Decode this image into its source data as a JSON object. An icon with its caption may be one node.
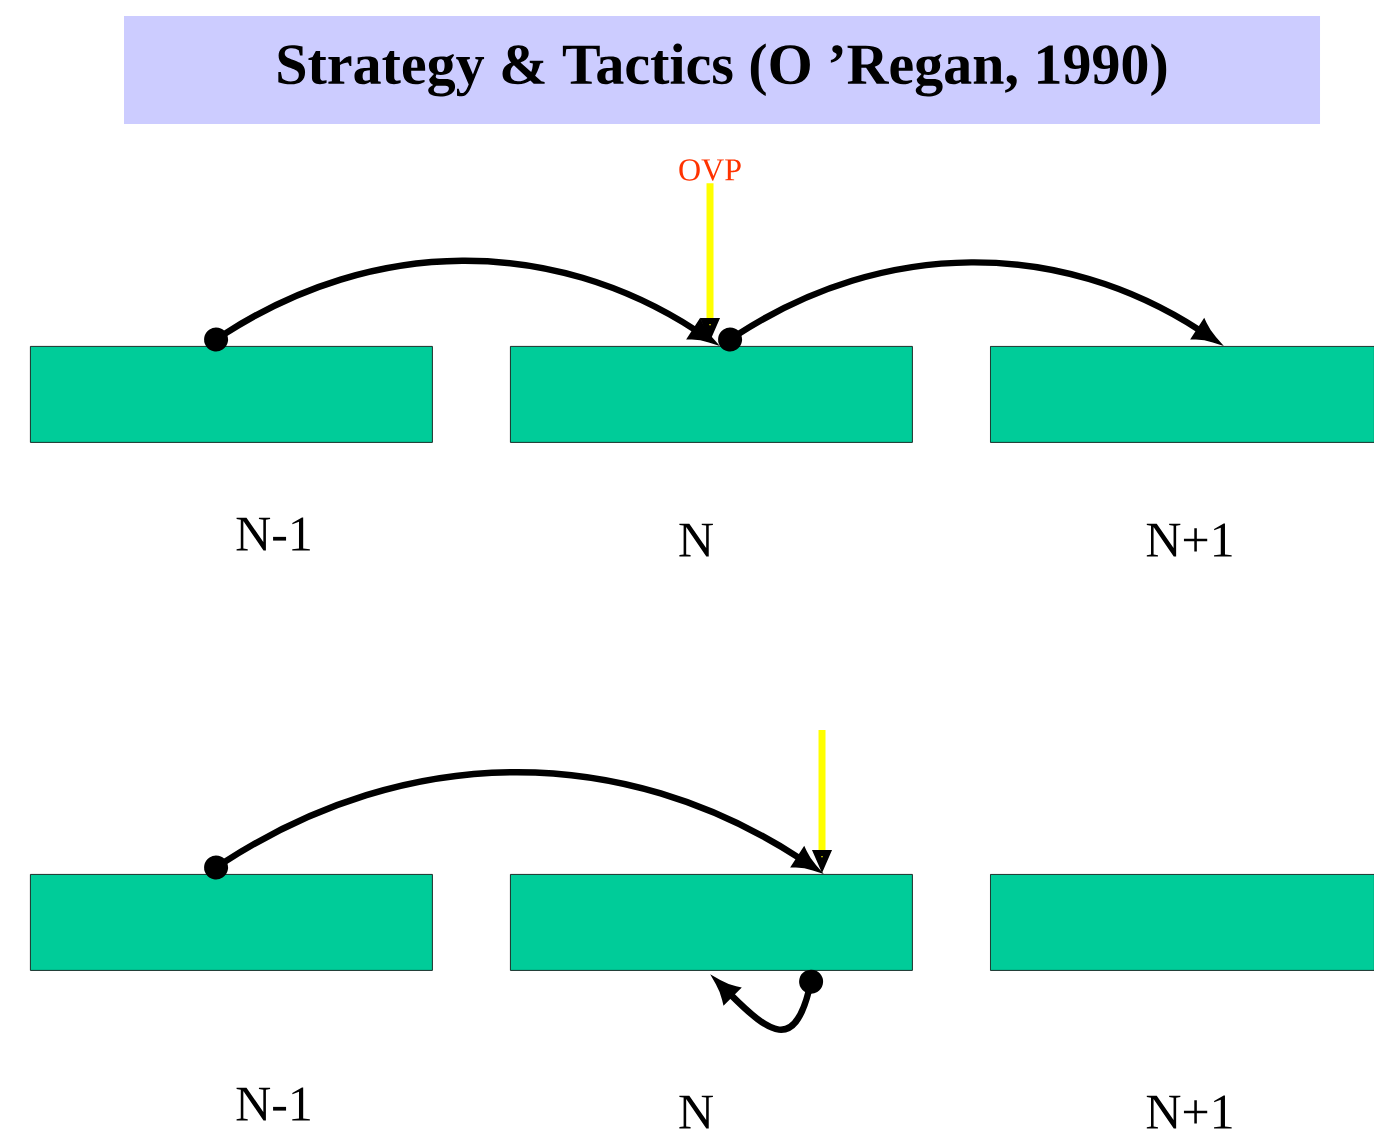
{
  "diagram": {
    "title": "Strategy & Tactics (O ’Regan, 1990)",
    "nodes": [
      {
        "text": [],
        "shape": "bar",
        "beside": [
          "N-1"
        ]
      },
      {
        "text": [],
        "shape": "bar",
        "beside": [
          "N"
        ]
      },
      {
        "text": [],
        "shape": "bar",
        "beside": [
          "N+1"
        ]
      },
      {
        "text": [],
        "shape": "bar",
        "beside": [
          "N-1"
        ]
      },
      {
        "text": [],
        "shape": "bar",
        "beside": [
          "N"
        ]
      },
      {
        "text": [],
        "shape": "bar",
        "beside": [
          "N+1"
        ]
      },
      {
        "text": [
          "OVP"
        ]
      }
    ],
    "edges": [
      {
        "from": 0,
        "to": 1,
        "arrow": "to"
      },
      {
        "from": 1,
        "to": 2,
        "arrow": "to"
      },
      {
        "from": 6,
        "to": 1,
        "arrow": "to",
        "color": "#ffff00"
      },
      {
        "from": 3,
        "to": 4,
        "arrow": "to"
      },
      {
        "from": 4,
        "to": 4,
        "arrow": "to"
      },
      {
        "from": null,
        "to": 4,
        "arrow": "to",
        "color": "#ffff00"
      }
    ]
  }
}
